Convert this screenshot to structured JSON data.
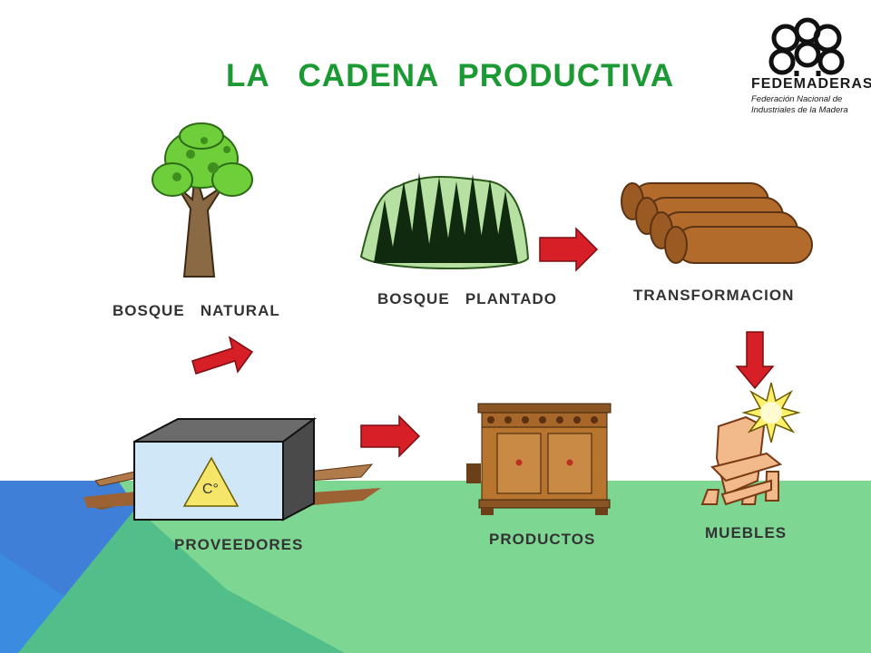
{
  "title": "LA   CADENA  PRODUCTIVA",
  "logo": {
    "name": "FEDEMADERAS",
    "line1": "Federación Nacional de",
    "line2": "Industriales de la Madera"
  },
  "labels": {
    "bosque_natural": "BOSQUE   NATURAL",
    "bosque_plantado": "BOSQUE   PLANTADO",
    "transformacion": "TRANSFORMACION",
    "proveedores": "PROVEEDORES",
    "productos": "PRODUCTOS",
    "muebles": "MUEBLES"
  },
  "box_symbol": "C°",
  "colors": {
    "title": "#1b9a34",
    "arrow": "#d61f26",
    "ground_green": "#7ed693",
    "water_blue": "#3f7fd8",
    "shore_green": "#52bf8a"
  }
}
